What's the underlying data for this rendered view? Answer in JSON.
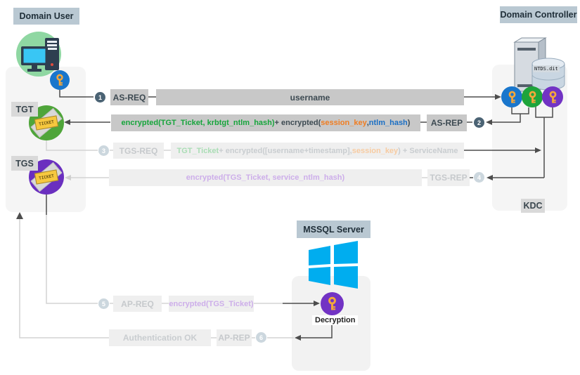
{
  "entities": {
    "domain_user": "Domain User",
    "domain_controller": "Domain Controller",
    "mssql_server": "MSSQL Server",
    "kdc": "KDC",
    "tgt": "TGT",
    "tgs": "TGS",
    "ntds": "NTDS.dit",
    "decryption": "Decryption",
    "ticket": "TICKET"
  },
  "colors": {
    "green": "#17a53c",
    "orange": "#f07d22",
    "blue": "#1b6fc4",
    "dark": "#3d4a52",
    "faded_green": "#aaddb5",
    "faded_gray": "#c9cdd0",
    "faded_orange": "#f7cba1",
    "faded_purple": "#cdaeea",
    "key_blue_circle": "#1976cc",
    "key_green_circle": "#1ea43b",
    "key_purple_circle": "#7233c4",
    "windows_blue": "#00adef"
  },
  "messages": [
    {
      "step": "1",
      "label": "AS-REQ",
      "payload": [
        {
          "t": "username",
          "c": "dark"
        }
      ]
    },
    {
      "step": "2",
      "label": "AS-REP",
      "payload": [
        {
          "t": "encrypted(TGT_Ticket, krbtgt_ntlm_hash)",
          "c": "green"
        },
        {
          "t": " + encrypted(",
          "c": "dark"
        },
        {
          "t": "session_key",
          "c": "orange"
        },
        {
          "t": ",",
          "c": "dark"
        },
        {
          "t": "ntlm_hash",
          "c": "blue"
        },
        {
          "t": ")",
          "c": "dark"
        }
      ]
    },
    {
      "step": "3",
      "label": "TGS-REQ",
      "payload": [
        {
          "t": "TGT_Ticket",
          "c": "faded_green"
        },
        {
          "t": " + encrypted([username+timestamp],",
          "c": "faded_gray"
        },
        {
          "t": "session_key",
          "c": "faded_orange"
        },
        {
          "t": ") + ServiceName",
          "c": "faded_gray"
        }
      ]
    },
    {
      "step": "4",
      "label": "TGS-REP",
      "payload": [
        {
          "t": "encrypted(TGS_Ticket, service_ntlm_hash)",
          "c": "faded_purple"
        }
      ]
    },
    {
      "step": "5",
      "label": "AP-REQ",
      "payload": [
        {
          "t": "encrypted(TGS_Ticket)",
          "c": "faded_purple"
        }
      ]
    },
    {
      "step": "6",
      "label": "AP-REP",
      "payload": [
        {
          "t": "Authentication OK",
          "c": "faded_gray"
        }
      ]
    }
  ]
}
